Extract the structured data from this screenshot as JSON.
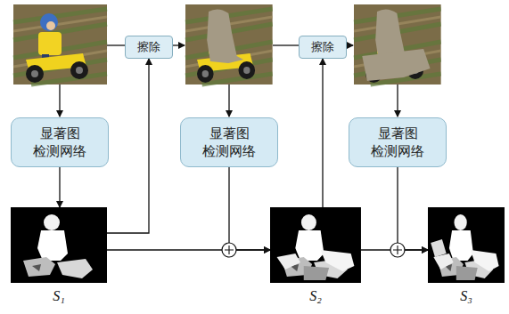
{
  "diagram": {
    "nodes": [
      {
        "text": [
          "擦除"
        ]
      },
      {
        "text": [
          "擦除"
        ]
      },
      {
        "text": [
          "显著图 检测网络"
        ]
      },
      {
        "text": [
          "显著图 检测网络"
        ]
      },
      {
        "text": [
          "显著图 检测网络"
        ]
      },
      {
        "text": [
          "S₁"
        ]
      },
      {
        "text": [
          "S₂"
        ]
      },
      {
        "text": [
          "S₃"
        ]
      }
    ],
    "edges": [
      {
        "from": 2,
        "to": 5,
        "arrow": "to"
      },
      {
        "from": 5,
        "to": 0,
        "arrow": "to"
      },
      {
        "from": 5,
        "to": 6,
        "arrow": "to"
      },
      {
        "from": 3,
        "to": 6,
        "arrow": "to"
      },
      {
        "from": 6,
        "to": 1,
        "arrow": "to"
      },
      {
        "from": 6,
        "to": 7,
        "arrow": "to"
      },
      {
        "from": 4,
        "to": 7,
        "arrow": "to"
      }
    ]
  }
}
